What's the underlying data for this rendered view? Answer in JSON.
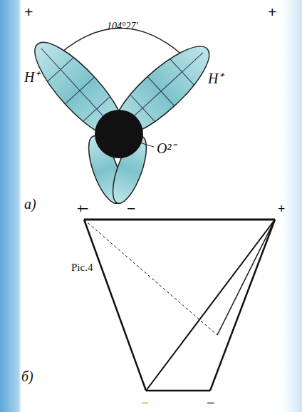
{
  "diagram": {
    "labels": [
      "+",
      "104°27'",
      "+",
      "H⁺",
      "H⁺",
      "O²⁻",
      "−",
      "−",
      "а)",
      "+",
      "+",
      "Pic.4",
      "−",
      "−",
      "б)"
    ]
  }
}
